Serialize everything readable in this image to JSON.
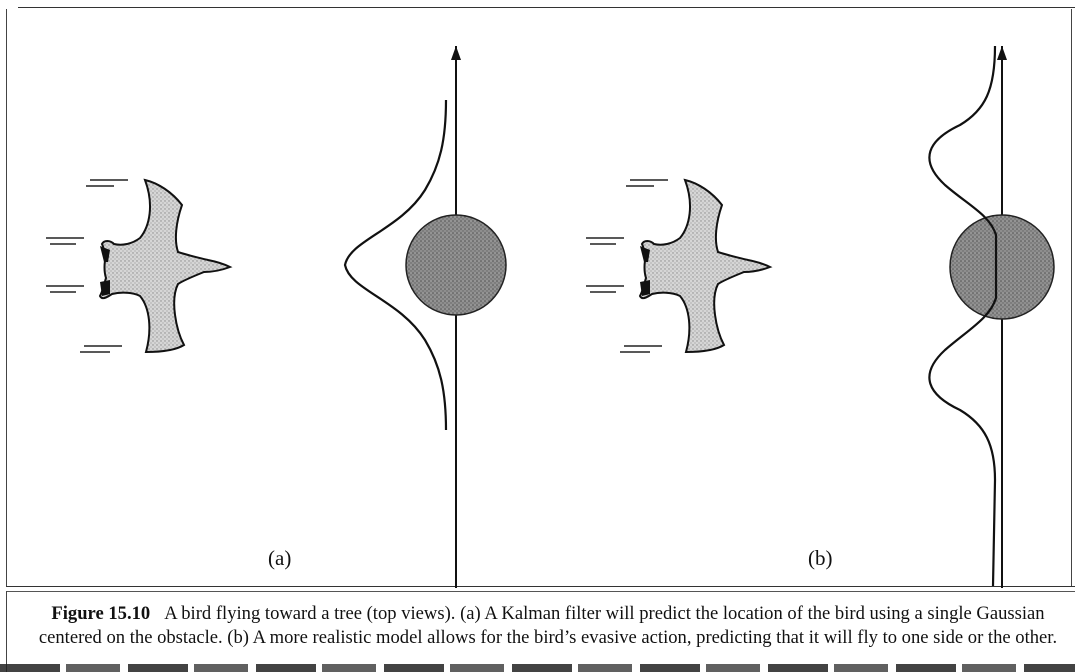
{
  "figure": {
    "panel_a_label": "(a)",
    "panel_b_label": "(b)",
    "caption_label": "Figure 15.10",
    "caption_text": "A bird flying toward a tree (top views). (a) A Kalman filter will predict the location of the bird using a single Gaussian centered on the obstacle. (b) A more realistic model allows for the bird’s evasive action, predicting that it will fly to one side or the other."
  },
  "colors": {
    "ink": "#111111",
    "bird_fill": "#cfcfcf",
    "tree_fill": "#8a8a8a"
  }
}
